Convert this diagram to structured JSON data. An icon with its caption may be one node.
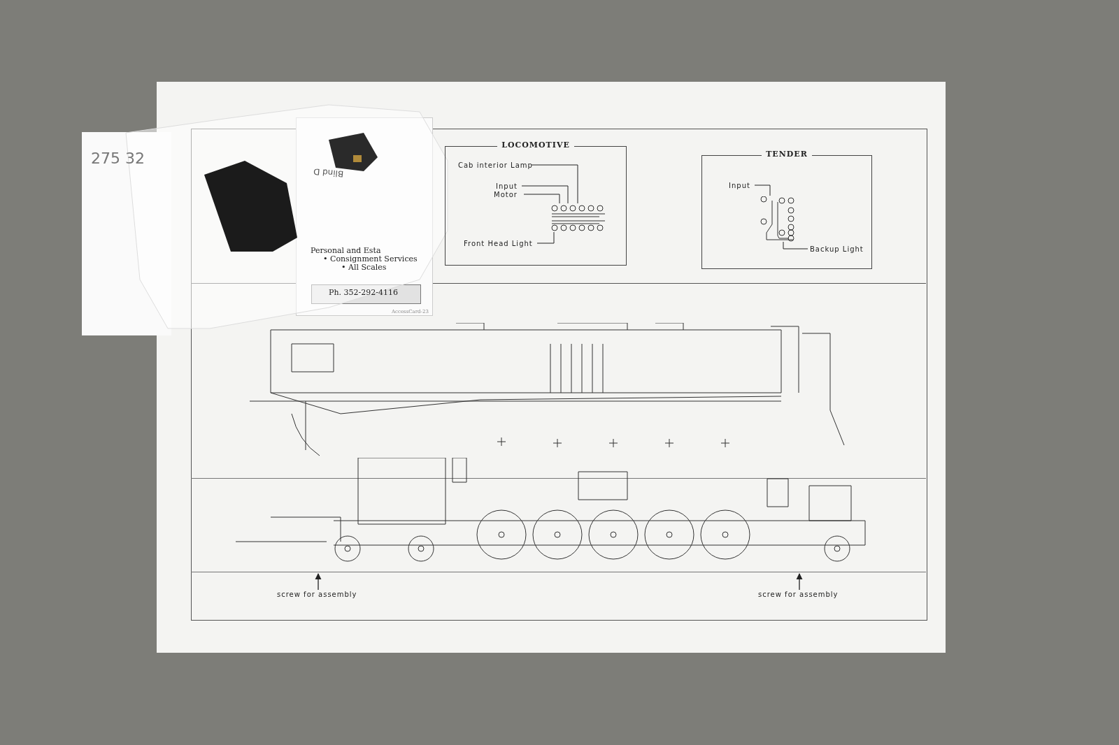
{
  "diagram": {
    "nodes": [
      {
        "text": [
          "LOCOMOTIVE"
        ]
      },
      {
        "text": [],
        "shape": "board",
        "in": 0
      },
      {
        "text": [
          "Cab interior Lamp"
        ],
        "in": 0
      },
      {
        "text": [
          "Input"
        ],
        "in": 0
      },
      {
        "text": [
          "Motor"
        ],
        "in": 0
      },
      {
        "text": [
          "Front Head Light"
        ],
        "in": 0
      },
      {
        "text": [
          "TENDER"
        ]
      },
      {
        "text": [],
        "shape": "board",
        "in": 6
      },
      {
        "text": [
          "Input"
        ],
        "in": 6
      },
      {
        "text": [
          "Backup Light"
        ],
        "in": 6
      },
      {
        "text": [],
        "shape": "picture"
      },
      {
        "text": [],
        "shape": "picture"
      },
      {
        "text": [
          "screw for assembly"
        ]
      },
      {
        "text": [
          "screw for assembly"
        ]
      }
    ],
    "edges": [
      {
        "from": 2,
        "to": 1,
        "arrow": "none"
      },
      {
        "from": 3,
        "to": 1,
        "arrow": "none"
      },
      {
        "from": 4,
        "to": 1,
        "arrow": "none"
      },
      {
        "from": 5,
        "to": 1,
        "arrow": "none"
      },
      {
        "from": 8,
        "to": 7,
        "arrow": "none"
      },
      {
        "from": 9,
        "to": 7,
        "arrow": "none"
      },
      {
        "from": 12,
        "to": 11,
        "arrow": "to"
      },
      {
        "from": 13,
        "to": 11,
        "arrow": "to"
      }
    ],
    "labels": [
      "275 32",
      "Blind D",
      "Personal and Esta",
      "• Consignment Services",
      "• All Scales",
      "Ph. 352-292-4116",
      "AccessCard-23"
    ]
  }
}
